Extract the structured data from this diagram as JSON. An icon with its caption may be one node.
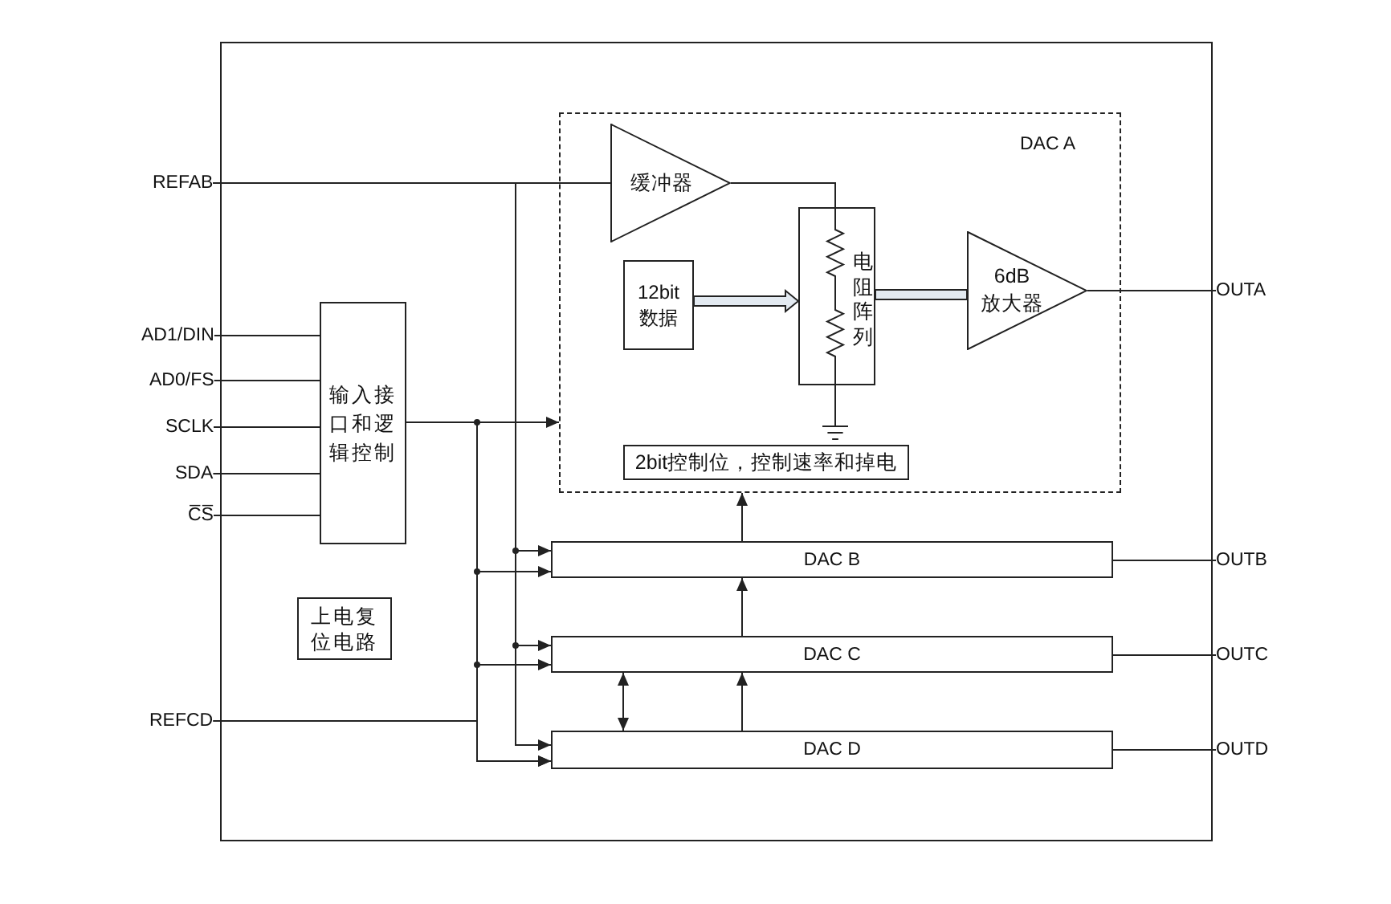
{
  "diagram": {
    "nodes": [
      {
        "text": [],
        "shape": "box"
      },
      {
        "text": [
          "REFAB"
        ]
      },
      {
        "text": [
          "DAC A"
        ],
        "in": 0
      },
      {
        "text": [
          "缓冲器"
        ],
        "in": 2
      },
      {
        "text": [
          "12bit数据"
        ],
        "in": 2
      },
      {
        "text": [
          "电阻阵列"
        ],
        "in": 2
      },
      {
        "text": [
          "6dB放大器"
        ],
        "in": 2
      },
      {
        "text": [],
        "shape": "ground",
        "in": 2
      },
      {
        "text": [
          "2bit控制位，控制速率和掉电"
        ],
        "in": 2
      },
      {
        "text": [
          "OUTA"
        ]
      },
      {
        "text": [
          "AD1/DIN"
        ]
      },
      {
        "text": [
          "AD0/FS"
        ]
      },
      {
        "text": [
          "输入接口和逻辑控制"
        ],
        "in": 0
      },
      {
        "text": [
          "SCLK"
        ]
      },
      {
        "text": [
          "SDA"
        ]
      },
      {
        "text": [
          "C̅S̅"
        ]
      },
      {
        "text": [
          "上电复位电路"
        ],
        "in": 0
      },
      {
        "text": [
          "DAC B"
        ],
        "in": 0
      },
      {
        "text": [
          "OUTB"
        ]
      },
      {
        "text": [
          "DAC C"
        ],
        "in": 0
      },
      {
        "text": [
          "OUTC"
        ]
      },
      {
        "text": [
          "REFCD"
        ]
      },
      {
        "text": [
          "DAC D"
        ],
        "in": 0
      },
      {
        "text": [
          "OUTD"
        ]
      }
    ],
    "edges": [
      {
        "from": 1,
        "to": 3,
        "arrow": "none"
      },
      {
        "from": 3,
        "to": 5,
        "arrow": "none"
      },
      {
        "from": 4,
        "to": 5,
        "arrow": "to",
        "style": "thick"
      },
      {
        "from": 5,
        "to": 6,
        "arrow": "none",
        "style": "thick"
      },
      {
        "from": 5,
        "to": 7,
        "arrow": "none"
      },
      {
        "from": 6,
        "to": 9,
        "arrow": "none"
      },
      {
        "from": 10,
        "to": 12,
        "arrow": "none"
      },
      {
        "from": 11,
        "to": 12,
        "arrow": "none"
      },
      {
        "from": 13,
        "to": 12,
        "arrow": "none"
      },
      {
        "from": 14,
        "to": 12,
        "arrow": "none"
      },
      {
        "from": 15,
        "to": 12,
        "arrow": "none"
      },
      {
        "from": 12,
        "to": 2,
        "arrow": "to"
      },
      {
        "from": 1,
        "to": 17,
        "arrow": "to"
      },
      {
        "from": 12,
        "to": 17,
        "arrow": "to"
      },
      {
        "from": 1,
        "to": 19,
        "arrow": "to"
      },
      {
        "from": 12,
        "to": 19,
        "arrow": "to"
      },
      {
        "from": 1,
        "to": 22,
        "arrow": "to"
      },
      {
        "from": 12,
        "to": 22,
        "arrow": "to"
      },
      {
        "from": 21,
        "to": 22,
        "arrow": "to"
      },
      {
        "from": 17,
        "to": 18,
        "arrow": "none"
      },
      {
        "from": 19,
        "to": 20,
        "arrow": "none"
      },
      {
        "from": 22,
        "to": 23,
        "arrow": "none"
      },
      {
        "from": 22,
        "to": 19,
        "arrow": "to"
      },
      {
        "from": 19,
        "to": 17,
        "arrow": "to"
      },
      {
        "from": 17,
        "to": 2,
        "arrow": "to"
      },
      {
        "from": 19,
        "to": 22,
        "arrow": "both"
      }
    ]
  }
}
